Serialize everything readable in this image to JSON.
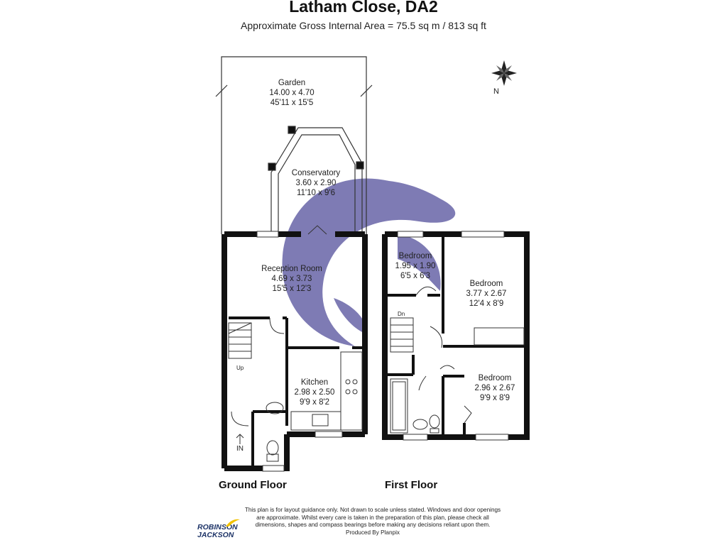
{
  "header": {
    "title": "Latham Close, DA2",
    "subtitle": "Approximate Gross Internal Area = 75.5 sq m / 813 sq ft"
  },
  "rooms": {
    "garden": {
      "name": "Garden",
      "metric": "14.00 x 4.70",
      "imperial": "45'11 x 15'5"
    },
    "conservatory": {
      "name": "Conservatory",
      "metric": "3.60 x 2.90",
      "imperial": "11'10 x 9'6"
    },
    "reception": {
      "name": "Reception Room",
      "metric": "4.69 x 3.73",
      "imperial": "15'5 x 12'3"
    },
    "kitchen": {
      "name": "Kitchen",
      "metric": "2.98 x 2.50",
      "imperial": "9'9 x 8'2"
    },
    "bedroom1": {
      "name": "Bedroom",
      "metric": "1.95 x 1.90",
      "imperial": "6'5 x 6'3"
    },
    "bedroom2": {
      "name": "Bedroom",
      "metric": "3.77 x 2.67",
      "imperial": "12'4 x 8'9"
    },
    "bedroom3": {
      "name": "Bedroom",
      "metric": "2.96 x 2.67",
      "imperial": "9'9 x 8'9"
    }
  },
  "markers": {
    "up": "Up",
    "dn": "Dn",
    "in": "IN",
    "north": "N"
  },
  "floors": {
    "ground": "Ground Floor",
    "first": "First Floor"
  },
  "footer": {
    "disclaimer_1": "This plan is for layout guidance only. Not drawn to scale unless stated. Windows and door openings",
    "disclaimer_2": "are approximate. Whilst every care is taken in the preparation of this plan, please check all",
    "disclaimer_3": "dimensions, shapes and compass bearings before making any decisions reliant upon them.",
    "produced_by": "Produced By Planpix"
  },
  "logo": {
    "line1": "ROBINSON",
    "line2": "JACKSON"
  },
  "colors": {
    "wall": "#111111",
    "watermark": "#5b57a0",
    "brand": "#1e3468"
  }
}
